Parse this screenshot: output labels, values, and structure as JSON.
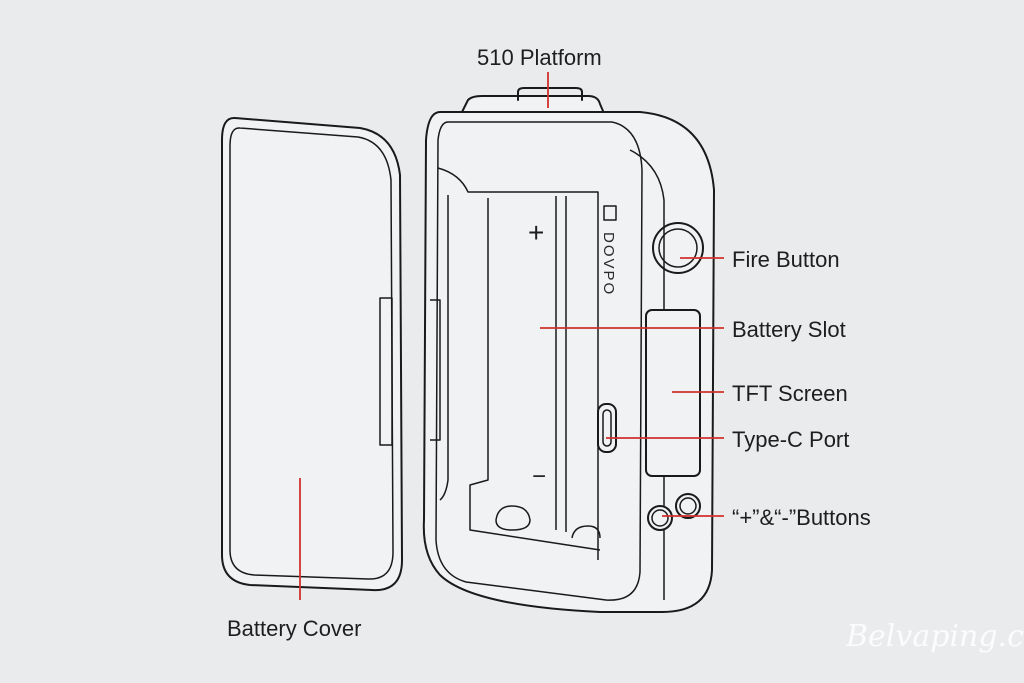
{
  "labels": {
    "platform": "510 Platform",
    "fire_button": "Fire Button",
    "battery_slot": "Battery Slot",
    "tft_screen": "TFT Screen",
    "type_c_port": "Type-C Port",
    "adjust_buttons": "“+”&“-”Buttons",
    "battery_cover": "Battery Cover"
  },
  "brand": "DOVPO",
  "polarity": {
    "plus": "+",
    "minus": "−"
  },
  "watermark": "Belvaping.com",
  "colors": {
    "leader": "#d2302c",
    "outline": "#1a1a1a",
    "background": "#e9ebed"
  }
}
